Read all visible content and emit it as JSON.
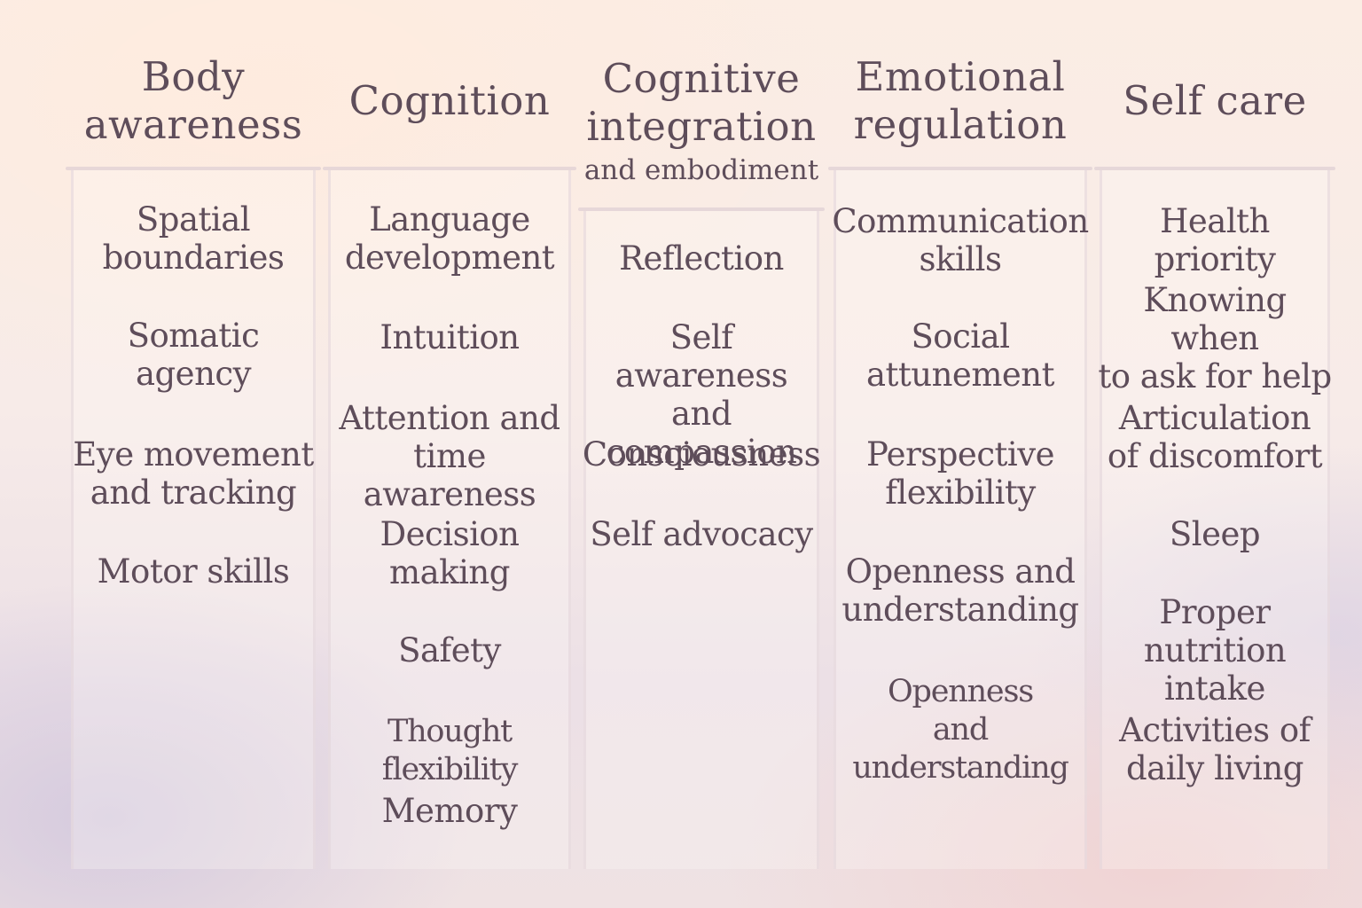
{
  "columns": [
    {
      "heading": "Body\nawareness",
      "subheading": "",
      "items": [
        "Spatial\nboundaries",
        "Somatic\nagency",
        "Eye movement\nand tracking",
        "Motor skills"
      ]
    },
    {
      "heading": "Cognition",
      "subheading": "",
      "items": [
        "Language\ndevelopment",
        "Intuition",
        "Attention and\ntime awareness",
        "Decision\nmaking",
        "Safety",
        "Thought flexibility",
        "Memory"
      ]
    },
    {
      "heading": "Cognitive\nintegration",
      "subheading": "and embodiment",
      "items": [
        "Reflection",
        "Self awareness\nand compassion",
        "Consciousness",
        "Self advocacy"
      ]
    },
    {
      "heading": "Emotional\nregulation",
      "subheading": "",
      "items": [
        "Communication\nskills",
        "Social\nattunement",
        "Perspective\nflexibility",
        "Openness and\nunderstanding",
        "Openness\nand understanding"
      ]
    },
    {
      "heading": "Self care",
      "subheading": "",
      "items": [
        "Health priority",
        "Knowing when\nto ask for help",
        "Articulation\nof discomfort",
        "Sleep",
        "Proper nutrition\nintake",
        "Activities of\ndaily living"
      ]
    }
  ]
}
